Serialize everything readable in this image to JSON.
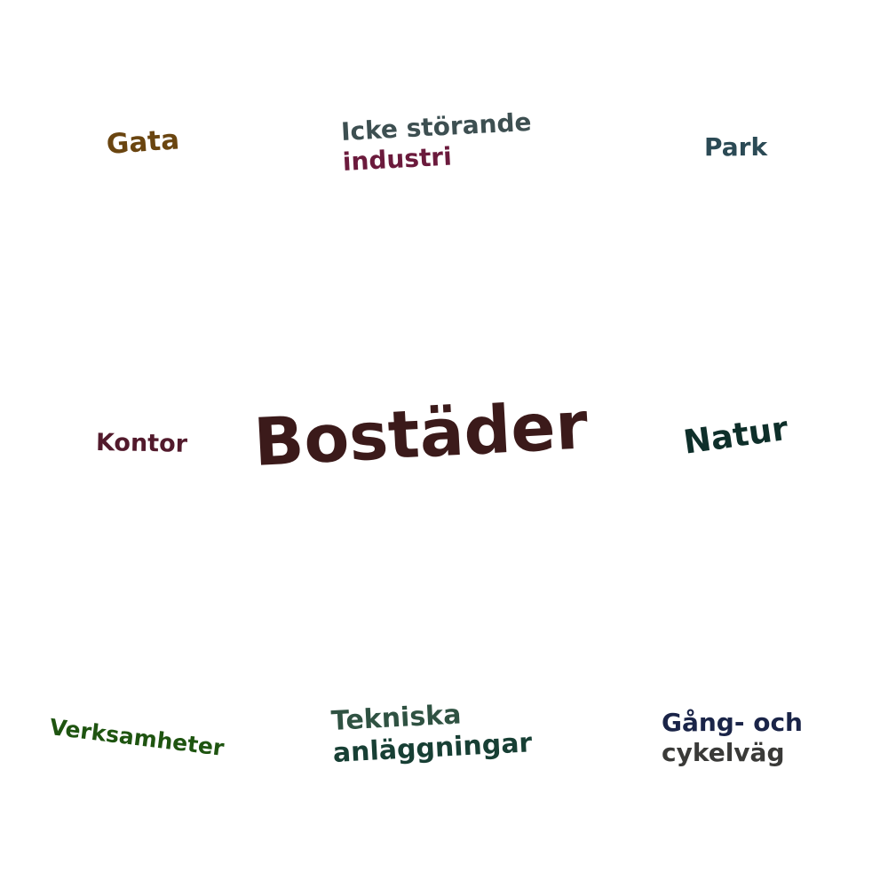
{
  "words": {
    "gata": {
      "text": "Gata",
      "color": "#6a4510"
    },
    "icke_storande_industri": {
      "line1": "Icke störande",
      "line1_color": "#3d4f51",
      "line2": "industri",
      "line2_color": "#6b1a3c"
    },
    "park": {
      "text": "Park",
      "color": "#2b4a55"
    },
    "kontor": {
      "text": "Kontor",
      "color": "#521a2c"
    },
    "bostader": {
      "text": "Bostäder",
      "color": "#3b1a1a"
    },
    "natur": {
      "text": "Natur",
      "color": "#0e2f2a"
    },
    "verksamheter": {
      "text": "Verksamheter",
      "color": "#1e5410"
    },
    "tekniska_anlaggningar": {
      "line1": "Tekniska",
      "line1_color": "#2f5242",
      "line2": "anläggningar",
      "line2_color": "#173f34"
    },
    "gang_och_cykelvag": {
      "line1": "Gång- och",
      "line1_color": "#1a2448",
      "line2": "cykelväg",
      "line2_color": "#3a3a38"
    }
  }
}
